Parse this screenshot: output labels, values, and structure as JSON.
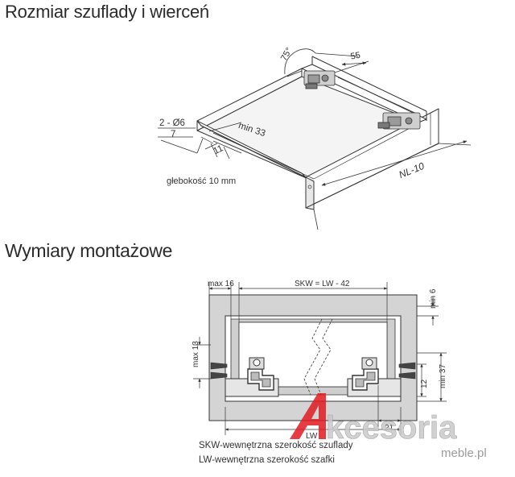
{
  "headings": {
    "drawer_size": "Rozmiar szuflady i wierceń",
    "mounting": "Wymiary montażowe"
  },
  "iso_labels": {
    "angle": "75°",
    "dim_55": "55",
    "holes": "2 - Ø6",
    "dim_7": "7",
    "min_33": "min 33",
    "dim_11": "11",
    "nl_10": "NL-10",
    "depth": "głebokość 10 mm"
  },
  "section_labels": {
    "max_16": "max 16",
    "skw": "SKW = LW - 42",
    "min_6": "min 6",
    "max_13": "max 13",
    "dim_12": "12",
    "min_37": "min 37",
    "lw": "LW",
    "dim_21": "21"
  },
  "legend": {
    "skw_def": "SKW-wewnętrzna szerokość szuflady",
    "lw_def": "LW-wewnętrzna szerokość szafki"
  },
  "watermark": {
    "brand": "kcesoria",
    "sub": "meble.pl"
  },
  "colors": {
    "gray_fill": "#d4d4d4",
    "line": "#333333",
    "watermark_red": "#e11b22",
    "watermark_gray": "#8a8a8a"
  }
}
